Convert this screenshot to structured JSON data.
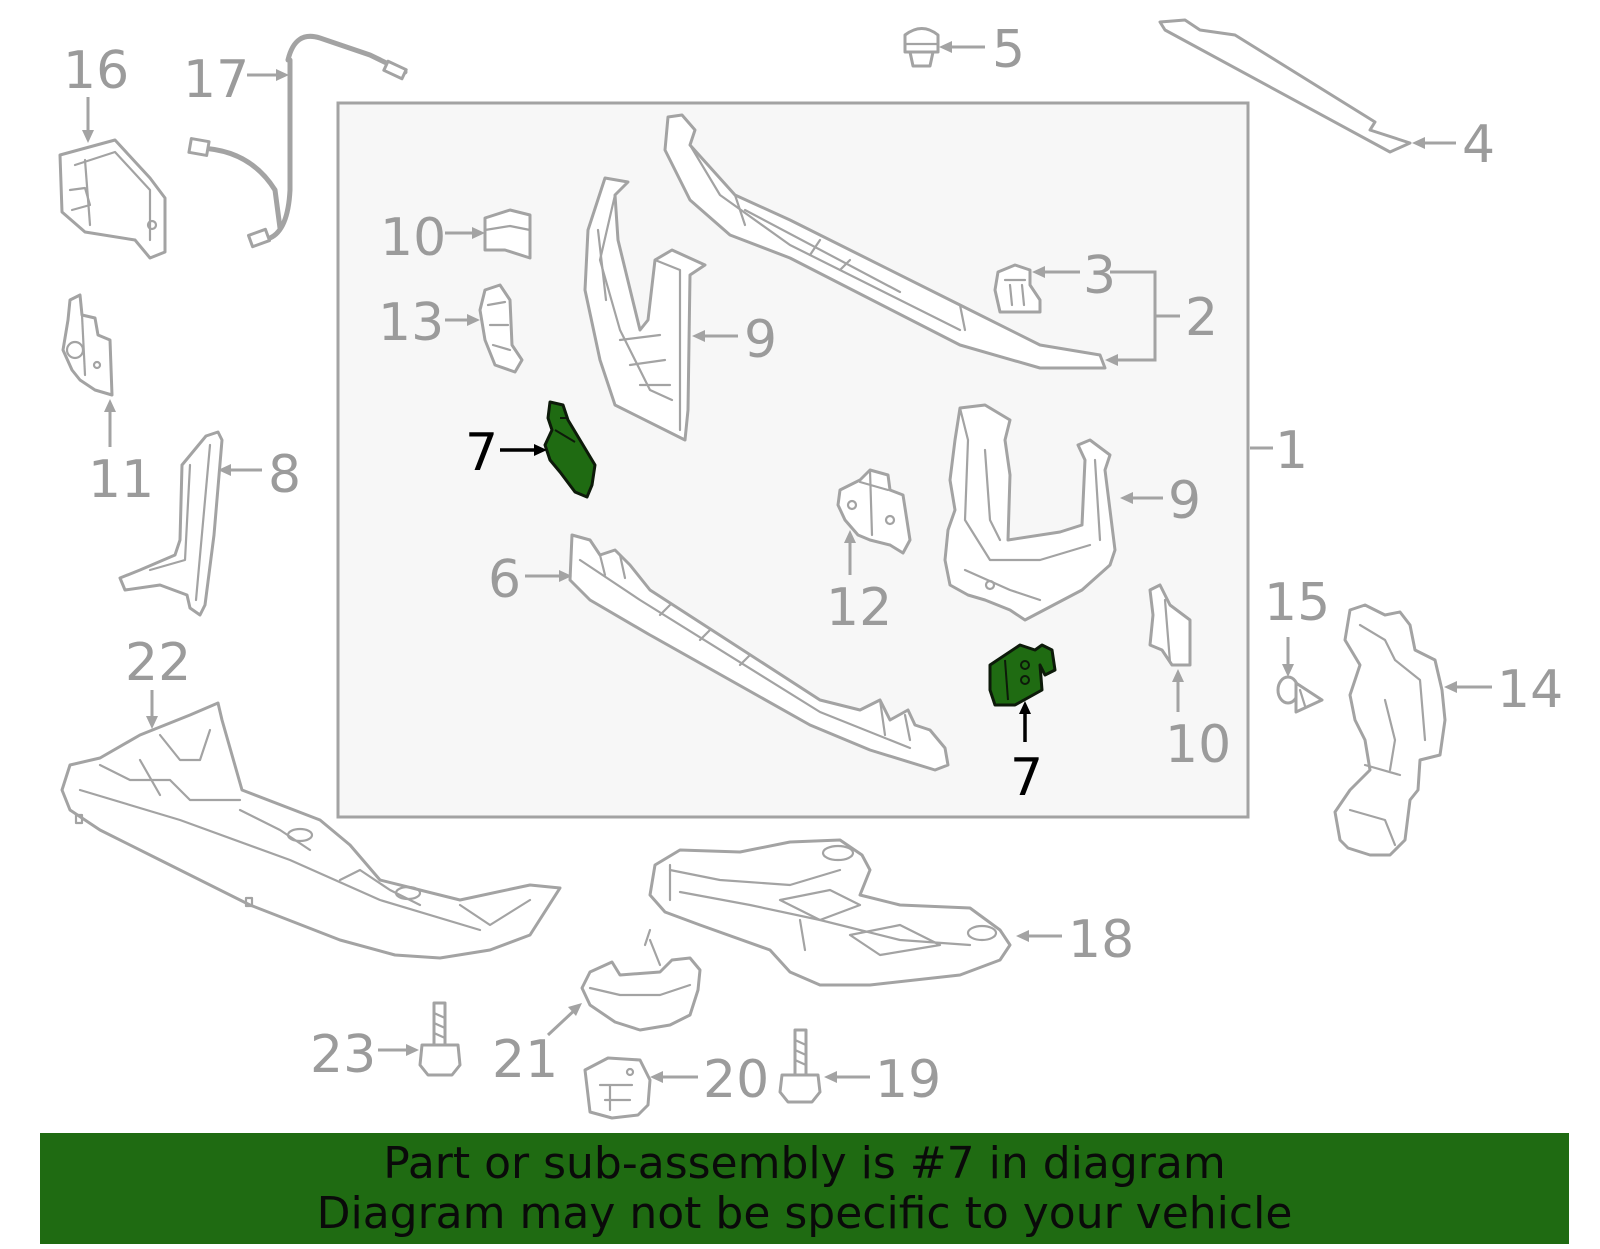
{
  "diagram": {
    "callouts": {
      "c1": "1",
      "c2": "2",
      "c3": "3",
      "c4": "4",
      "c5": "5",
      "c6": "6",
      "c7a": "7",
      "c7b": "7",
      "c8": "8",
      "c9a": "9",
      "c9b": "9",
      "c10a": "10",
      "c10b": "10",
      "c11": "11",
      "c12": "12",
      "c13": "13",
      "c14": "14",
      "c15": "15",
      "c16": "16",
      "c17": "17",
      "c18": "18",
      "c19": "19",
      "c20": "20",
      "c21": "21",
      "c22": "22",
      "c23": "23"
    },
    "highlight_color": "#1f6b12",
    "line_color": "#a3a3a3"
  },
  "footer": {
    "line1": "Part or sub-assembly is #7 in diagram",
    "line2": "Diagram may not be specific to your vehicle",
    "background": "#1f6b12"
  }
}
